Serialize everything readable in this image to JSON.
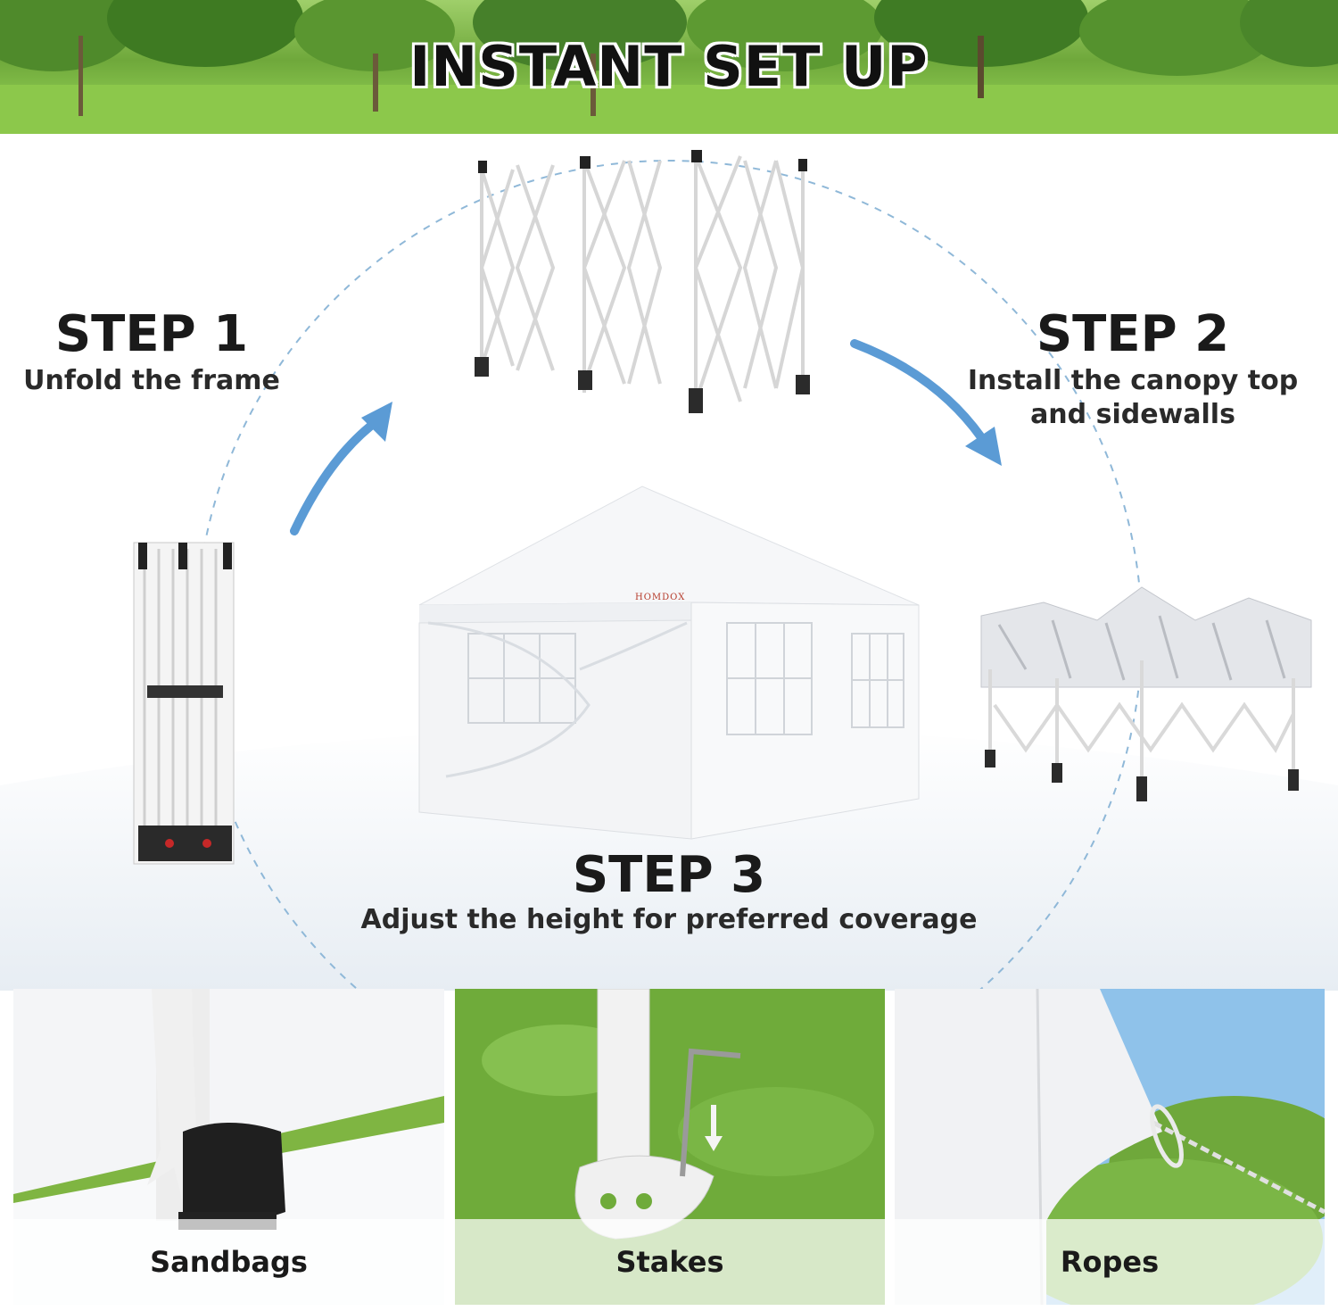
{
  "banner": {
    "title": "INSTANT SET UP"
  },
  "steps": [
    {
      "title": "STEP 1",
      "desc_lines": [
        "Unfold the frame"
      ]
    },
    {
      "title": "STEP 2",
      "desc_lines": [
        "Install the canopy top",
        "and sidewalls"
      ]
    },
    {
      "title": "STEP 3",
      "desc_lines": [
        "Adjust the height for preferred coverage"
      ]
    }
  ],
  "brand": {
    "logo_text": "HOMDOX"
  },
  "accessories": [
    {
      "label": "Sandbags"
    },
    {
      "label": "Stakes"
    },
    {
      "label": "Ropes"
    }
  ],
  "colors": {
    "arrow": "#5b9bd5",
    "grass": "#7cb342",
    "dashed_circle": "#8fb8d8"
  },
  "icons": [
    "arrow-up-right-icon",
    "arrow-down-right-icon",
    "arrow-down-icon"
  ]
}
